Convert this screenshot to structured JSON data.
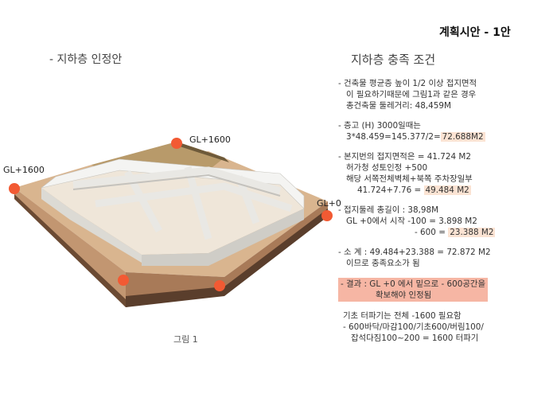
{
  "page_title": "계획시안 - 1안",
  "left_heading": "- 지하층 인정안",
  "right_heading": "지하층 충족 조건",
  "figure_caption": "그림 1",
  "gl_labels": {
    "left": "GL+1600",
    "top": "GL+1600",
    "right": "GL+0"
  },
  "marker_color": "#f25a33",
  "notes": {
    "b1": [
      "- 건축물 평균층 높이 1/2 이상 접지면적",
      "이 필요하기때문에 그림1과 같은 경우",
      "총건축물 둘레거리: 48,459M"
    ],
    "b2_l1": "- 층고 (H) 3000일때는",
    "b2_l2_pre": "3*48.459=145.377/2=",
    "b2_l2_hl": "72.688M2",
    "b3_l1": "- 본지번의 접지면적은 = 41.724 M2",
    "b3_l2": "허가청 성토인정 +500",
    "b3_l3": "해당 서쪽전체벽체+북쪽 주차장일부",
    "b3_l4_pre": "41.724+7.76 =",
    "b3_l4_hl": "49.484 M2",
    "b4_l1": "- 접지둘레 총길이 : 38,98M",
    "b4_l2": "GL +0에서 시작 -100 = 3.898 M2",
    "b4_l3_pre": "- 600 =",
    "b4_l3_hl": "23.388 M2",
    "b5_l1": "- 소 계 : 49.484+23.388 = 72.872 M2",
    "b5_l2": "이므로 충족요소가 됨",
    "b6_l1": "- 결과 : GL +0 에서 밑으로 - 600공간을",
    "b6_l2": "확보해야 인정됨",
    "b7": [
      "기초 터파기는 전체 -1600 필요함",
      "- 600바닥/마감100/기초600/버림100/",
      "잡석다짐100~200 = 1600 터파기"
    ]
  }
}
